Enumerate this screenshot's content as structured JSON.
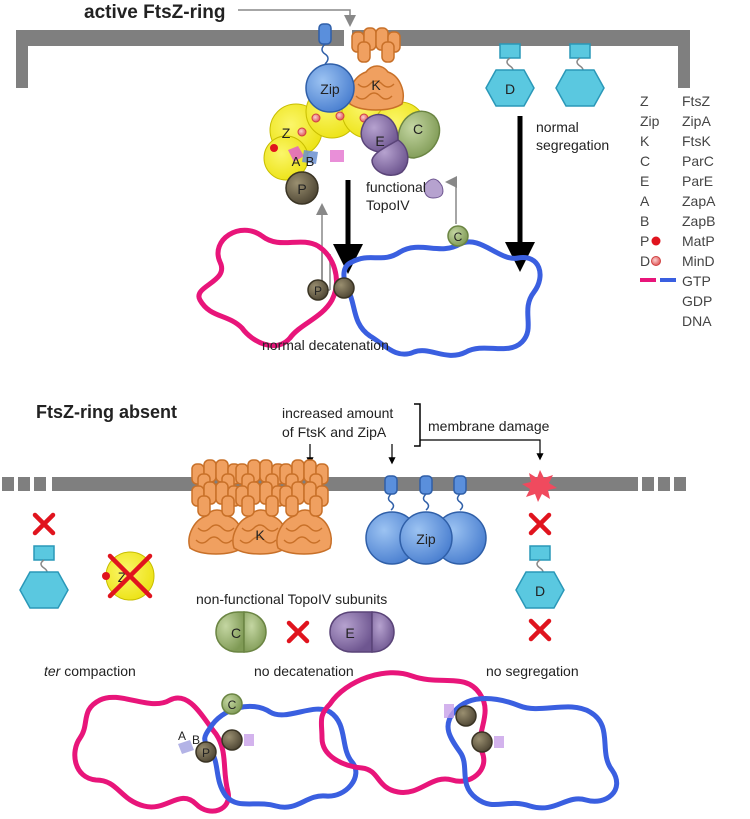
{
  "top": {
    "title": "active FtsZ-ring",
    "labels": {
      "zip": "Zip",
      "k": "K",
      "z": "Z",
      "c": "C",
      "e": "E",
      "a": "A",
      "b": "B",
      "p": "P",
      "d": "D"
    },
    "functional": "functional",
    "topoiv": "TopoIV",
    "normal": "normal",
    "segregation": "segregation",
    "decatenation": "normal decatenation"
  },
  "legend": [
    {
      "sym": "Z",
      "name": "FtsZ"
    },
    {
      "sym": "Zip",
      "name": "ZipA"
    },
    {
      "sym": "K",
      "name": "FtsK"
    },
    {
      "sym": "C",
      "name": "ParC"
    },
    {
      "sym": "E",
      "name": "ParE"
    },
    {
      "sym": "A",
      "name": "ZapA"
    },
    {
      "sym": "B",
      "name": "ZapB"
    },
    {
      "sym": "P",
      "name": "MatP"
    },
    {
      "sym": "D",
      "name": "MinD"
    },
    {
      "sym": "",
      "name": "GTP"
    },
    {
      "sym": "",
      "name": "GDP"
    },
    {
      "sym": "",
      "name": "DNA"
    }
  ],
  "bottom": {
    "title": "FtsZ-ring absent",
    "increased_1": "increased amount",
    "increased_2": "of FtsK and ZipA",
    "membrane_damage": "membrane damage",
    "nonfunctional": "non-functional TopoIV subunits",
    "ter_italic": "ter",
    "ter_rest": " compaction",
    "no_decatenation": "no decatenation",
    "no_segregation": "no segregation",
    "labels": {
      "k": "K",
      "zip": "Zip",
      "z": "Z",
      "c": "C",
      "e": "E",
      "d": "D",
      "c2": "C",
      "a": "A",
      "b": "B",
      "p": "P"
    }
  },
  "colors": {
    "membrane": "#7f7f7f",
    "ftsz": "#f4ee1c",
    "zipa": "#5a8fdc",
    "ftsk": "#f0a060",
    "parc": "#9fb77a",
    "pare": "#8a72a6",
    "matp": "#6b6048",
    "mind": "#5ac8e0",
    "gtp": "#e0141e",
    "dna_pink": "#e8157a",
    "dna_blue": "#3a5fe0",
    "cross": "#e0141e"
  }
}
